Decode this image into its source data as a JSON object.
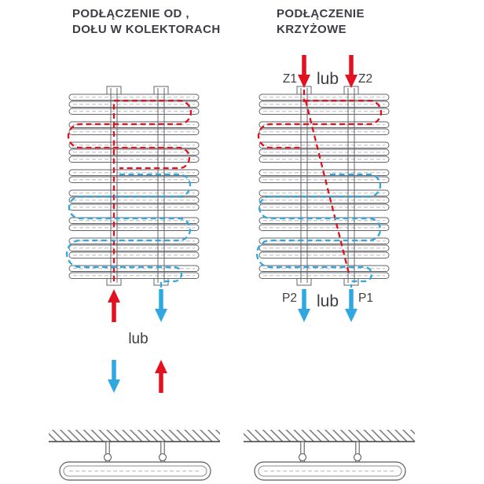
{
  "colors": {
    "supply_red": "#e2111f",
    "return_blue": "#2fa8e1"
  },
  "left_section": {
    "title_line1": "PODŁĄCZENIE OD ,",
    "title_line2": "DOŁU W KOLEKTORACH",
    "or_label": "lub"
  },
  "right_section": {
    "title_line1": "PODŁĄCZENIE",
    "title_line2": "KRZYŻOWE",
    "supply_left_label": "Z1",
    "supply_or_label": "lub",
    "supply_right_label": "Z2",
    "return_left_label": "P2",
    "return_or_label": "lub",
    "return_right_label": "P1"
  }
}
